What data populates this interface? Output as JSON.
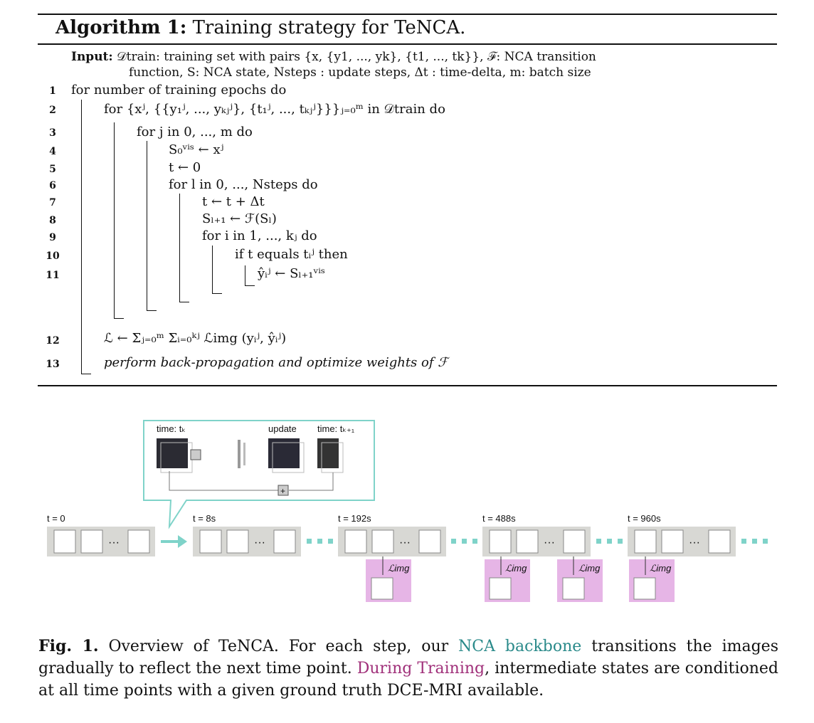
{
  "algorithm": {
    "label": "Algorithm 1:",
    "title": "Training strategy for TeNCA.",
    "input_label": "Input:",
    "input_line1": "𝒟train: training set with pairs {x, {y1, ..., yk}, {t1, ..., tk}}, ℱ: NCA transition",
    "input_line2": "function, S: NCA state, Nsteps : update steps, Δt : time-delta, m: batch size",
    "lines": [
      {
        "num": "1",
        "text": "for number of training epochs do"
      },
      {
        "num": "2",
        "text": "for {xʲ, {{y₁ʲ, ..., yₖⱼʲ}, {t₁ʲ, ..., tₖⱼʲ}}}ⱼ₌₀ᵐ in 𝒟train do"
      },
      {
        "num": "3",
        "text": "for j in 0, ..., m do"
      },
      {
        "num": "4",
        "text": "S₀ᵛⁱˢ ← xʲ"
      },
      {
        "num": "5",
        "text": "t ← 0"
      },
      {
        "num": "6",
        "text": "for l in 0, ..., Nsteps do"
      },
      {
        "num": "7",
        "text": "t ← t + Δt"
      },
      {
        "num": "8",
        "text": "Sₗ₊₁ ← ℱ(Sₗ)"
      },
      {
        "num": "9",
        "text": "for i in 1, ..., kⱼ do"
      },
      {
        "num": "10",
        "text": "if t equals tᵢʲ then"
      },
      {
        "num": "11",
        "text": "ŷᵢʲ ← Sₗ₊₁ᵛⁱˢ"
      },
      {
        "num": "12",
        "text": "ℒ ← Σⱼ₌₀ᵐ Σᵢ₌₀ᵏʲ ℒimg (yᵢʲ, ŷᵢʲ)"
      },
      {
        "num": "13",
        "text": "perform back-propagation and optimize weights of ℱ"
      }
    ]
  },
  "figure": {
    "inset": {
      "time_k": "time: tₖ",
      "update": "update",
      "time_k1": "time: tₖ₊₁",
      "plus": "+"
    },
    "timesteps": [
      {
        "label": "t = 0"
      },
      {
        "label": "t = 8s"
      },
      {
        "label": "t = 192s"
      },
      {
        "label": "t = 488s"
      },
      {
        "label": "t = 960s"
      }
    ],
    "loss_label": "ℒimg",
    "ellipsis": "···",
    "colors": {
      "teal": "#7fd3c9",
      "pink": "#e6b5e6",
      "panel": "#d8d8d4"
    }
  },
  "caption": {
    "fig_label": "Fig. 1.",
    "part1": " Overview of TeNCA. For each step, our ",
    "link1": "NCA backbone",
    "part2": " transitions the images gradually to reflect the next time point. ",
    "link2": "During Training",
    "part3": ", intermediate states are conditioned at all time points with a given ground truth DCE-MRI available."
  }
}
